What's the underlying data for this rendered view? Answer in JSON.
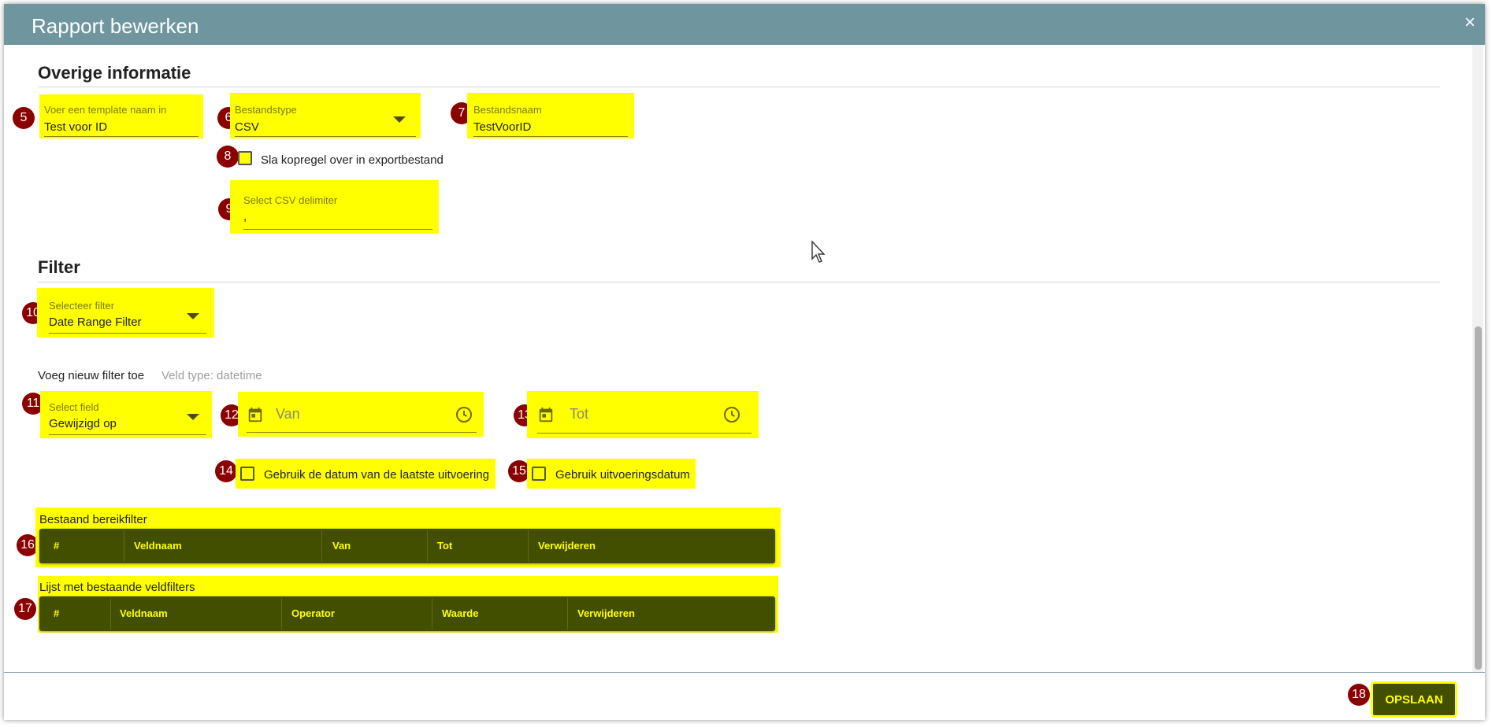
{
  "dialog": {
    "title": "Rapport bewerken",
    "close_glyph": "×"
  },
  "overige": {
    "title": "Overige informatie",
    "template_name": {
      "label": "Voer een template naam in",
      "value": "Test voor ID"
    },
    "file_type": {
      "label": "Bestandstype",
      "value": "CSV"
    },
    "file_name": {
      "label": "Bestandsnaam",
      "value": "TestVoorID"
    },
    "skip_header_label": "Sla kopregel over in exportbestand",
    "csv_delimiter": {
      "label": "Select CSV delimiter",
      "value": ","
    }
  },
  "filter": {
    "title": "Filter",
    "select_filter": {
      "label": "Selecteer filter",
      "value": "Date Range Filter"
    },
    "add_new_label": "Voeg nieuw filter toe",
    "field_type_label": "Veld type: datetime",
    "select_field": {
      "label": "Select field",
      "value": "Gewijzigd op"
    },
    "van_placeholder": "Van",
    "tot_placeholder": "Tot",
    "use_last_run_label": "Gebruik de datum van de laatste uitvoering",
    "use_run_date_label": "Gebruik uitvoeringsdatum"
  },
  "range_table": {
    "caption": "Bestaand bereikfilter",
    "columns": [
      "#",
      "Veldnaam",
      "Van",
      "Tot",
      "Verwijderen"
    ]
  },
  "field_table": {
    "caption": "Lijst met bestaande veldfilters",
    "columns": [
      "#",
      "Veldnaam",
      "Operator",
      "Waarde",
      "Verwijderen"
    ]
  },
  "footer": {
    "save_label": "OPSLAAN"
  },
  "badges": [
    "5",
    "6",
    "7",
    "8",
    "9",
    "10",
    "11",
    "12",
    "13",
    "14",
    "15",
    "16",
    "17",
    "18"
  ],
  "icons": {
    "calendar": "calendar-icon",
    "clock": "clock-icon",
    "dropdown": "chevron-down-icon",
    "close": "close-icon",
    "cursor": "mouse-cursor-icon"
  },
  "colors": {
    "titlebar": "#6f959e",
    "highlight": "#ffff00",
    "table_header": "#434f00",
    "badge": "#8b0000"
  }
}
